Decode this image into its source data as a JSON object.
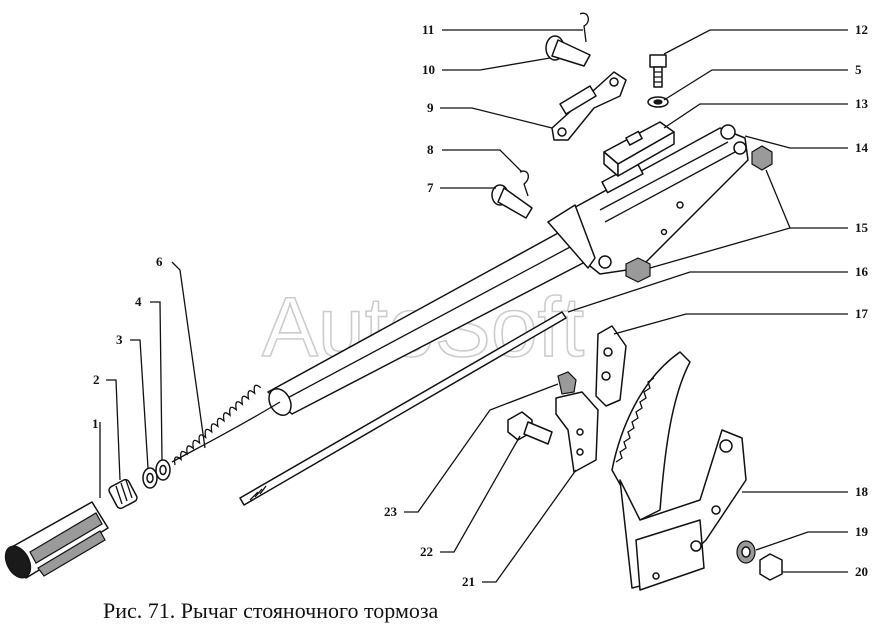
{
  "caption": "Рис. 71. Рычаг стояночного тормоза",
  "watermark": "AutoSoft",
  "callouts": [
    "1",
    "2",
    "3",
    "4",
    "5",
    "6",
    "7",
    "8",
    "9",
    "10",
    "11",
    "12",
    "13",
    "14",
    "15",
    "16",
    "17",
    "18",
    "19",
    "20",
    "21",
    "22",
    "23"
  ],
  "colors": {
    "ink": "#111111",
    "paper": "#ffffff",
    "watermark": "#c4c4c4"
  }
}
